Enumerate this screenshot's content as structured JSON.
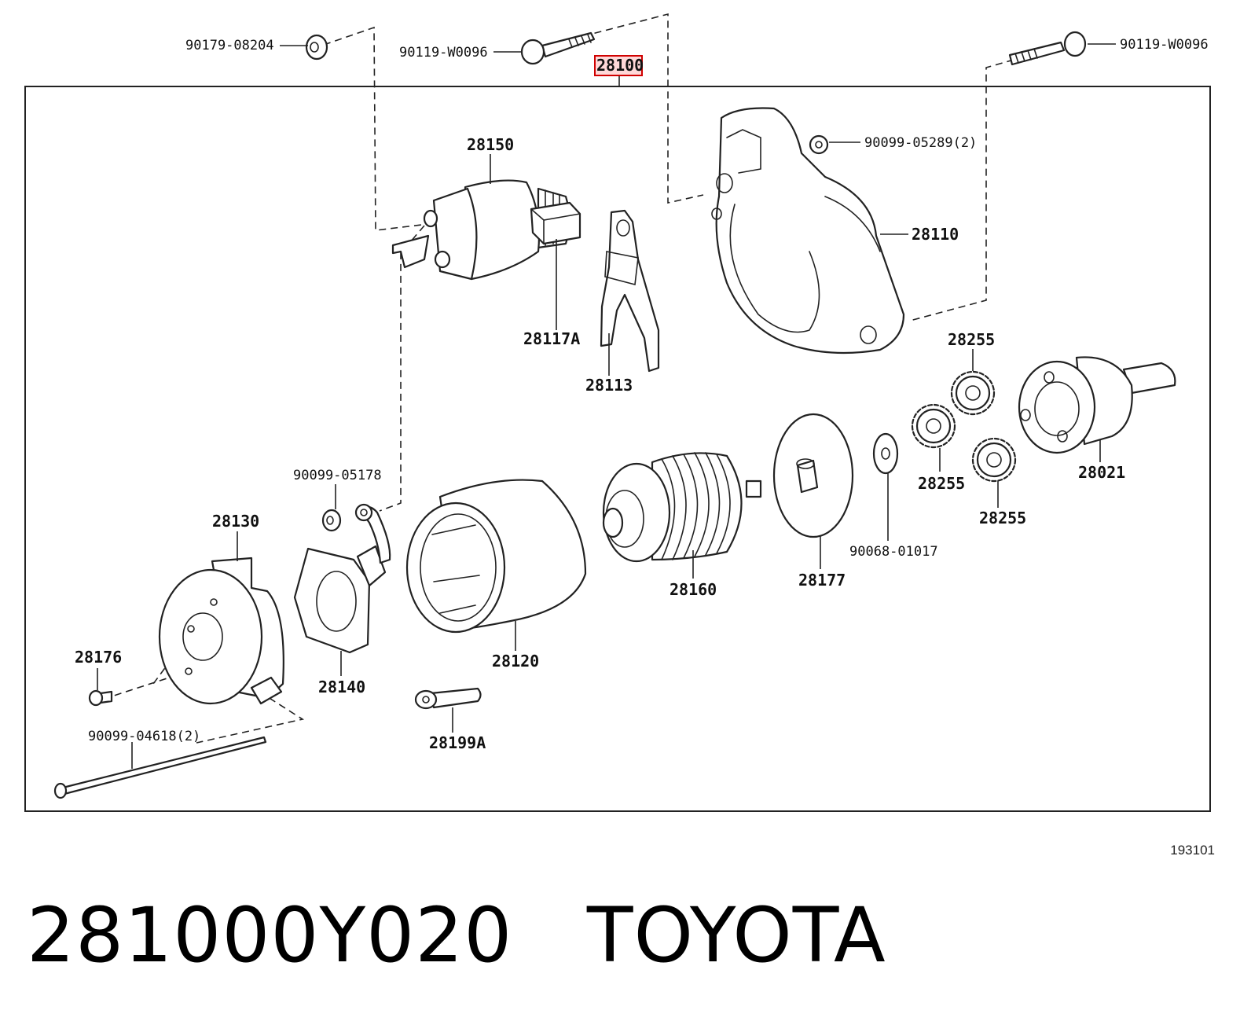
{
  "diagram": {
    "labels": {
      "p90179_08204": "90179-08204",
      "p90119_w0096_left": "90119-W0096",
      "p28100": "28100",
      "p90119_w0096_right": "90119-W0096",
      "p90099_05289": "90099-05289(2)",
      "p28150": "28150",
      "p28110": "28110",
      "p28117a": "28117A",
      "p28113": "28113",
      "p28255_top": "28255",
      "p28255_mid": "28255",
      "p28255_bottom": "28255",
      "p28021": "28021",
      "p90099_05178": "90099-05178",
      "p28130": "28130",
      "p90068_01017": "90068-01017",
      "p28160": "28160",
      "p28177": "28177",
      "p28120": "28120",
      "p28176": "28176",
      "p28140": "28140",
      "p28199a": "28199A",
      "p90099_04618": "90099-04618(2)"
    },
    "highlight_color": "#d00000",
    "figure_code": "193101"
  },
  "caption": {
    "part_number": "281000Y020",
    "brand": "TOYOTA"
  }
}
